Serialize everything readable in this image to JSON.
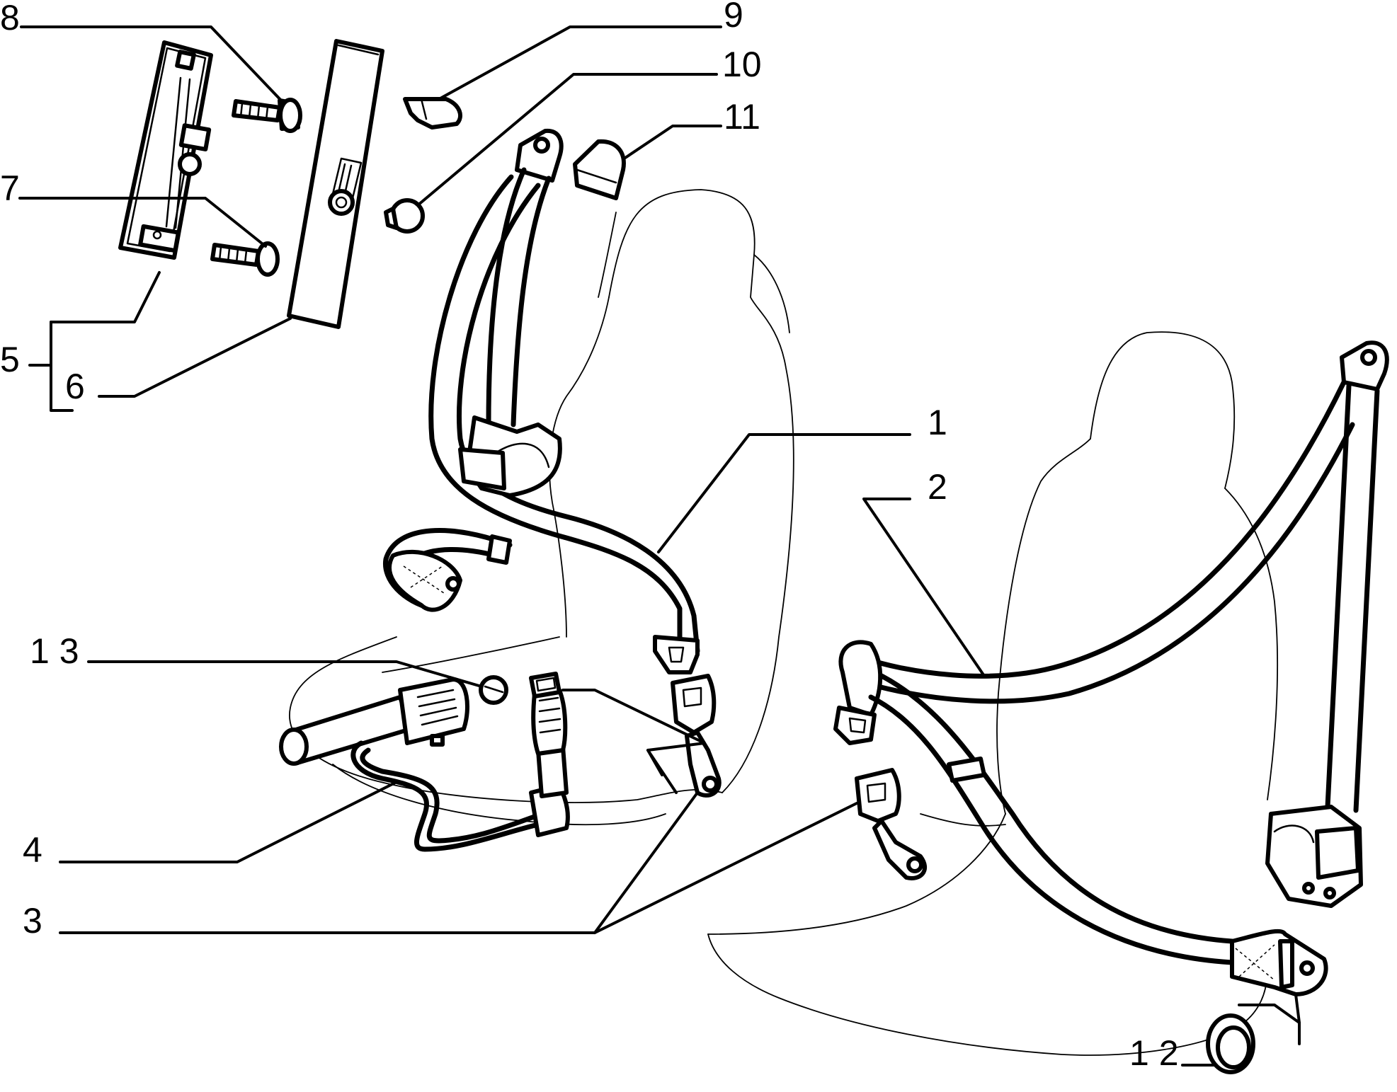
{
  "callouts": [
    {
      "id": "c1",
      "text": "1"
    },
    {
      "id": "c2",
      "text": "2"
    },
    {
      "id": "c3",
      "text": "3"
    },
    {
      "id": "c4",
      "text": "4"
    },
    {
      "id": "c5",
      "text": "5"
    },
    {
      "id": "c6",
      "text": "6"
    },
    {
      "id": "c7",
      "text": "7"
    },
    {
      "id": "c8",
      "text": "8"
    },
    {
      "id": "c9",
      "text": "9"
    },
    {
      "id": "c10",
      "text": "10"
    },
    {
      "id": "c11",
      "text": "11"
    },
    {
      "id": "c12",
      "text": "1 2"
    },
    {
      "id": "c13",
      "text": "1 3"
    }
  ]
}
